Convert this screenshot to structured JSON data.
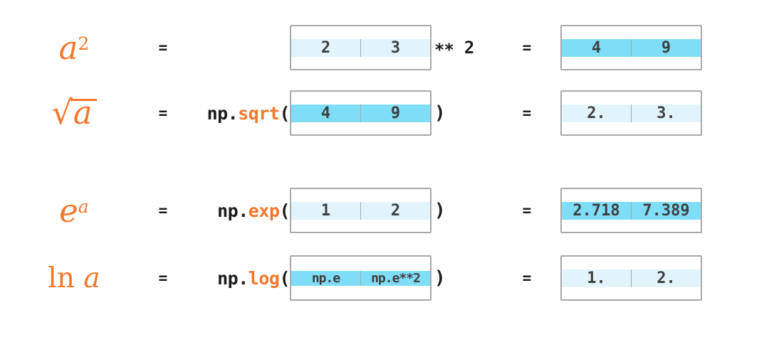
{
  "palette": {
    "background": "#FFFFFF",
    "light_cell": "#E2F4FB",
    "dark_cell": "#7FDDF8",
    "cell_border": "#A9A9A9",
    "cell_text": "#3F3F3F",
    "code_text": "#1C1C1C",
    "accent_orange": "#F4772B"
  },
  "rows": [
    {
      "name": "square",
      "symbol": {
        "base": "a",
        "sup": "2"
      },
      "eq_left": "=",
      "input": {
        "style": "light",
        "cells": [
          "2",
          "3"
        ]
      },
      "after_op": "**",
      "after_num": "2",
      "eq_right": "=",
      "result": {
        "style": "dark",
        "cells": [
          "4",
          "9"
        ]
      }
    },
    {
      "name": "sqrt",
      "symbol": {
        "radical": "√",
        "base": "a"
      },
      "eq_left": "=",
      "code": {
        "prefix": "np.",
        "func": "sqrt",
        "open": "("
      },
      "input": {
        "style": "dark",
        "cells": [
          "4",
          "9"
        ]
      },
      "close_paren": ")",
      "eq_right": "=",
      "result": {
        "style": "light",
        "cells": [
          "2.",
          "3."
        ]
      }
    },
    {
      "name": "exp",
      "symbol": {
        "base": "e",
        "sup": "a"
      },
      "eq_left": "=",
      "code": {
        "prefix": "np.",
        "func": "exp",
        "open": "("
      },
      "input": {
        "style": "light",
        "cells": [
          "1",
          "2"
        ]
      },
      "close_paren": ")",
      "eq_right": "=",
      "result": {
        "style": "dark",
        "cells": [
          "2.718",
          "7.389"
        ]
      }
    },
    {
      "name": "log",
      "symbol": {
        "op": "ln",
        "base": "a"
      },
      "eq_left": "=",
      "code": {
        "prefix": "np.",
        "func": "log",
        "open": "("
      },
      "input": {
        "style": "dark",
        "cells": [
          "np.e",
          "np.e**2"
        ]
      },
      "close_paren": ")",
      "eq_right": "=",
      "result": {
        "style": "light",
        "cells": [
          "1.",
          "2."
        ]
      }
    }
  ]
}
